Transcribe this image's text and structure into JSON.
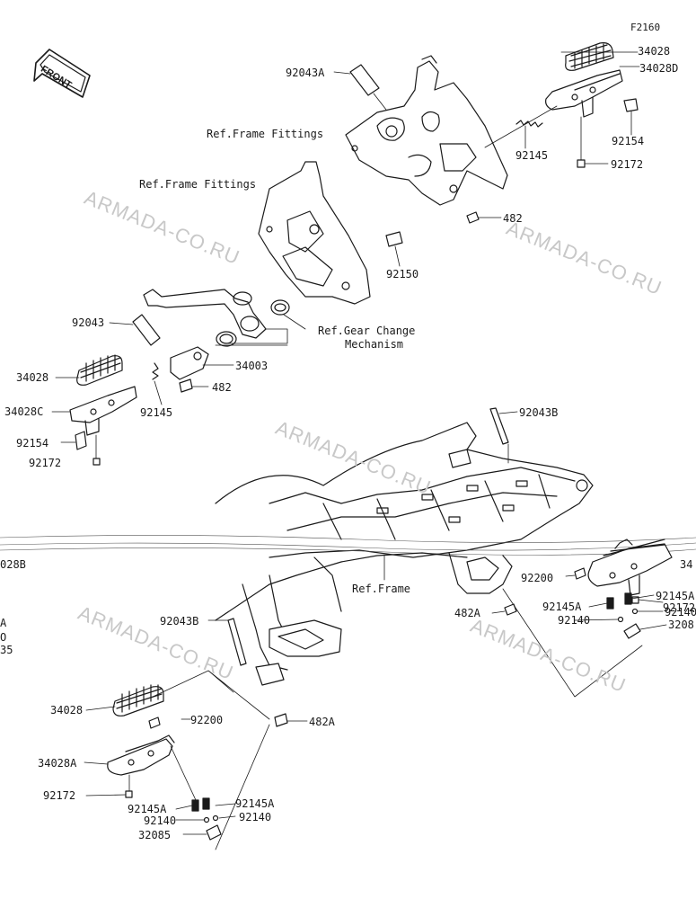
{
  "diagram_code": "F2160",
  "watermark_text": "ARMADA-CO.RU",
  "front_label": "FRONT",
  "labels": {
    "p92043A": "92043A",
    "p34028_tr": "34028",
    "p34028D": "34028D",
    "refFrameFittings1": "Ref.Frame Fittings",
    "refFrameFittings2": "Ref.Frame Fittings",
    "p92154_r": "92154",
    "p92145_r": "92145",
    "p92172_r": "92172",
    "p482_top": "482",
    "p92150": "92150",
    "p92043": "92043",
    "refGear1": "Ref.Gear Change",
    "refGear2": "Mechanism",
    "p34003": "34003",
    "p34028_l": "34028",
    "p482_mid": "482",
    "p34028C": "34028C",
    "p92145_l": "92145",
    "p92154_l": "92154",
    "p92172_l": "92172",
    "p92043B_top": "92043B",
    "p34028B_cut": "028B",
    "refFrame": "Ref.Frame",
    "p92200_r": "92200",
    "p34_cut": "34",
    "p92172_rr": "92172",
    "p482A_r": "482A",
    "p92145A_r1": "92145A",
    "p92145A_r2": "92145A",
    "p92140_r1": "92140",
    "p92140_r2": "92140",
    "p3208_cut": "3208",
    "p92043B_bot": "92043B",
    "p482A_b": "482A",
    "p34028_b": "34028",
    "p92200_b": "92200",
    "p34028A": "34028A",
    "p92172_b": "92172",
    "p92145A_b1": "92145A",
    "p92145A_b2": "92145A",
    "p92140_b1": "92140",
    "p92140_b2": "92140",
    "p32085": "32085",
    "cut_a": "A",
    "cut_o": "O",
    "cut_35": "35"
  }
}
